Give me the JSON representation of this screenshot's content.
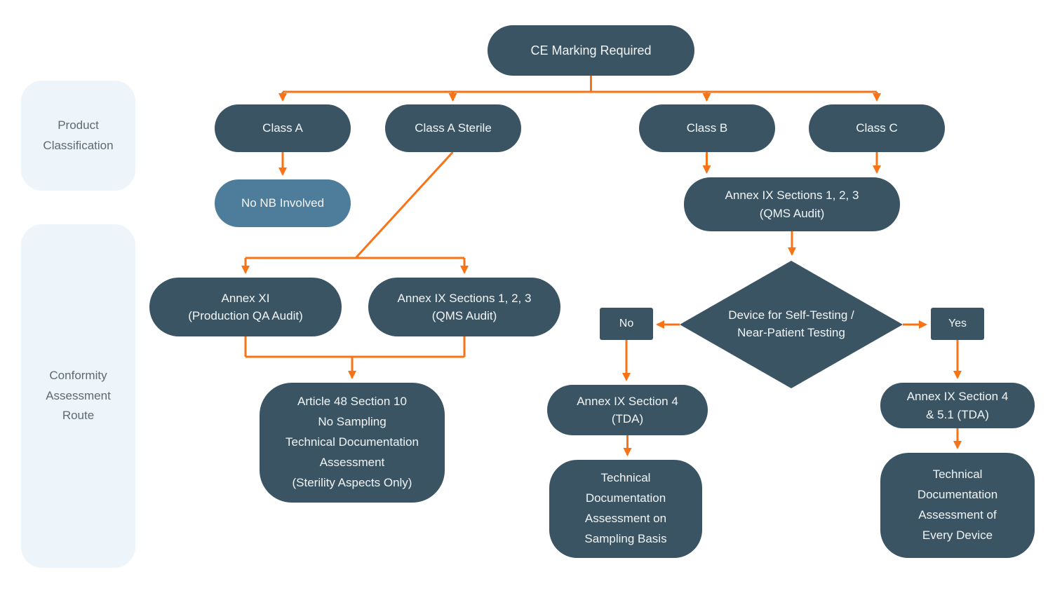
{
  "colors": {
    "node_dark": "#3a5463",
    "node_steel": "#4e7d9b",
    "accent_orange": "#f97316",
    "sidebar_bg": "#edf4fa",
    "sidebar_text": "#5d6a73",
    "node_text": "#f1f5f6",
    "page_bg": "#ffffff"
  },
  "sidebar": {
    "product_classification": [
      "Product",
      "Classification"
    ],
    "conformity_route": [
      "Conformity",
      "Assessment",
      "Route"
    ]
  },
  "nodes": {
    "ce_marking": "CE Marking Required",
    "class_a": "Class A",
    "class_a_sterile": "Class A Sterile",
    "class_b": "Class B",
    "class_c": "Class C",
    "no_nb": "No NB Involved",
    "annex_ix_bc": [
      "Annex IX Sections 1, 2, 3",
      "(QMS Audit)"
    ],
    "annex_xi": [
      "Annex XI",
      "(Production QA Audit)"
    ],
    "annex_ix_sterile": [
      "Annex IX Sections 1, 2, 3",
      "(QMS Audit)"
    ],
    "article_48": [
      "Article 48 Section 10",
      "No Sampling",
      "Technical Documentation",
      "Assessment",
      "(Sterility Aspects Only)"
    ],
    "decision": [
      "Device for Self-Testing /",
      "Near-Patient Testing"
    ],
    "no_label": "No",
    "yes_label": "Yes",
    "annex_ix_s4": [
      "Annex IX Section 4",
      "(TDA)"
    ],
    "tda_sampling": [
      "Technical",
      "Documentation",
      "Assessment on",
      "Sampling Basis"
    ],
    "annex_ix_s4_51": [
      "Annex IX Section 4",
      "& 5.1 (TDA)"
    ],
    "tda_every": [
      "Technical",
      "Documentation",
      "Assessment of",
      "Every Device"
    ]
  }
}
